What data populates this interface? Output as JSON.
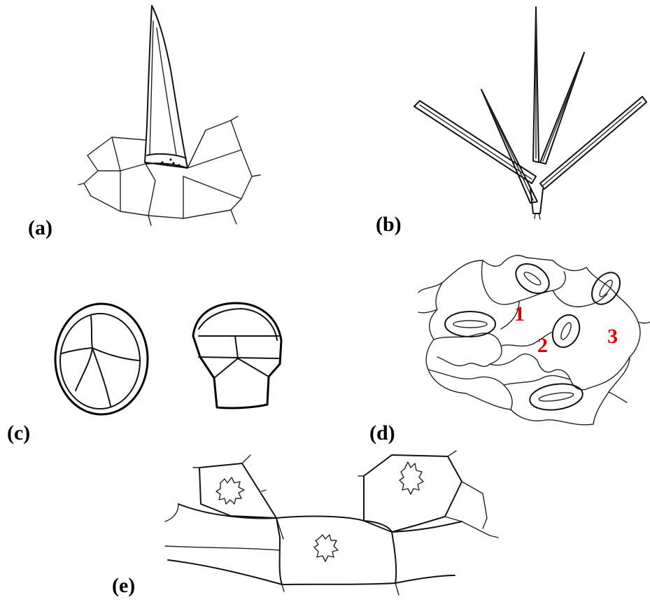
{
  "figure": {
    "panels": [
      {
        "id": "a",
        "label": "(a)"
      },
      {
        "id": "b",
        "label": "(b)"
      },
      {
        "id": "c",
        "label": "(c)"
      },
      {
        "id": "d",
        "label": "(d)",
        "callouts": [
          "1",
          "2",
          "3"
        ]
      },
      {
        "id": "e",
        "label": "(e)"
      }
    ],
    "callout_color": "#e00000",
    "ink_color": "#111111"
  }
}
